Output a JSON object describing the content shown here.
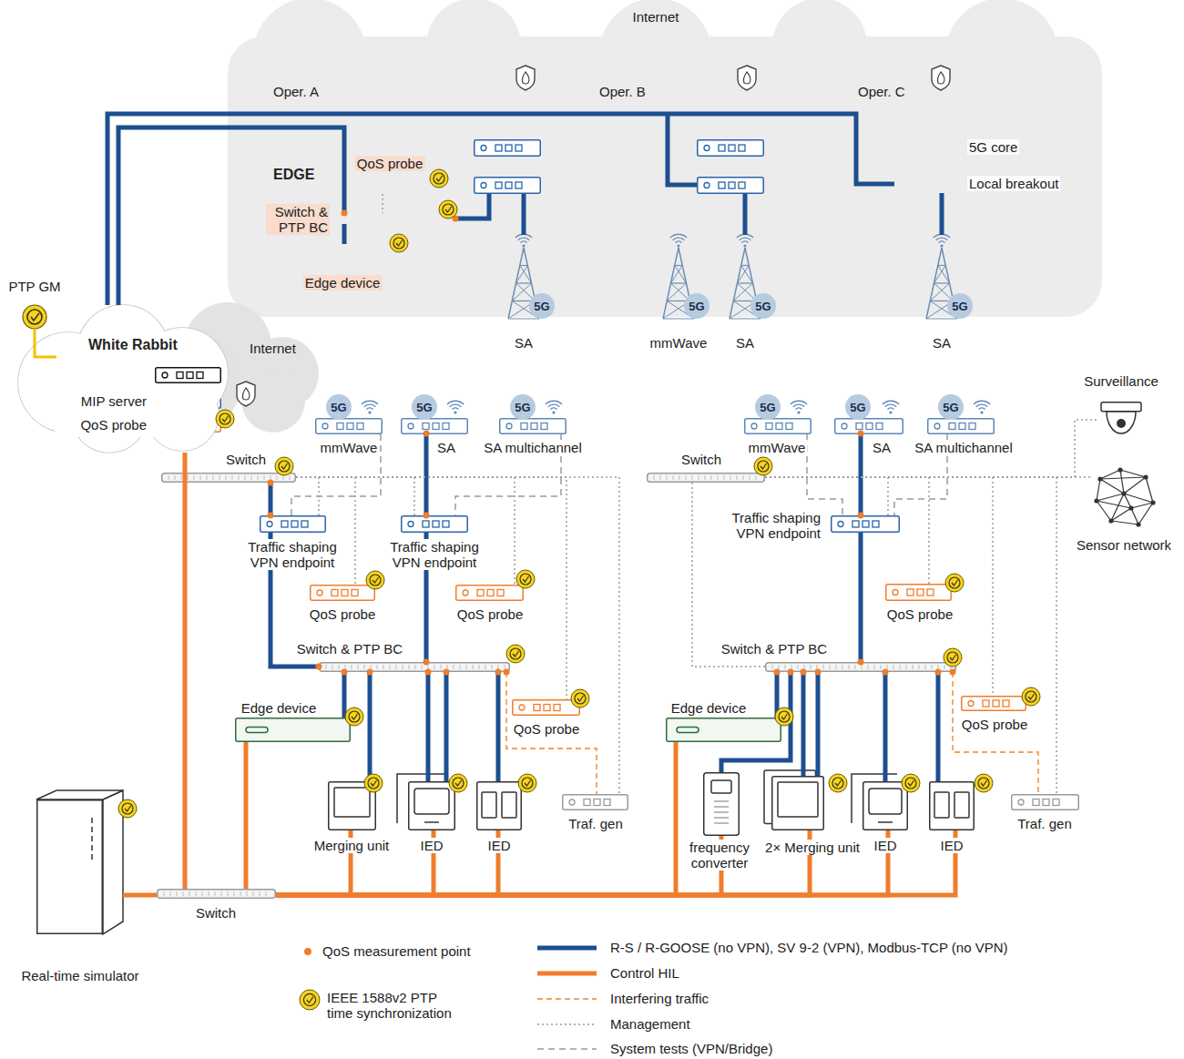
{
  "diagram": {
    "nodes": [
      {
        "text": [
          "Internet"
        ]
      },
      {
        "text": [
          "Oper. A"
        ],
        "in": 0
      },
      {
        "text": [
          "Oper. B"
        ],
        "in": 0
      },
      {
        "text": [
          "Oper. C"
        ],
        "in": 0
      },
      {
        "text": [
          "EDGE"
        ],
        "in": 1
      },
      {
        "text": [
          "QoS probe"
        ],
        "in": 4
      },
      {
        "text": [
          "Switch & PTP BC"
        ],
        "in": 4
      },
      {
        "text": [
          "Edge device"
        ],
        "in": 4
      },
      {
        "text": [
          "5G core"
        ],
        "in": 3
      },
      {
        "text": [
          "Local breakout"
        ],
        "in": 3
      },
      {
        "text": [
          "5G",
          "SA"
        ]
      },
      {
        "text": [
          "5G",
          "mmWave"
        ]
      },
      {
        "text": [
          "5G",
          "SA"
        ]
      },
      {
        "text": [
          "5G",
          "SA"
        ]
      },
      {
        "text": [
          "PTP GM"
        ]
      },
      {
        "text": [
          "Internet"
        ]
      },
      {
        "text": [
          "White Rabbit"
        ]
      },
      {
        "text": [
          "MIP server"
        ],
        "in": 16
      },
      {
        "text": [
          "QoS probe"
        ],
        "in": 16
      },
      {
        "text": [
          "Switch"
        ]
      },
      {
        "text": [
          "5G",
          "mmWave"
        ]
      },
      {
        "text": [
          "5G",
          "SA"
        ]
      },
      {
        "text": [
          "5G",
          "SA multichannel"
        ]
      },
      {
        "text": [
          "Traffic shaping VPN endpoint"
        ]
      },
      {
        "text": [
          "Traffic shaping VPN endpoint"
        ]
      },
      {
        "text": [
          "QoS probe"
        ]
      },
      {
        "text": [
          "QoS probe"
        ]
      },
      {
        "text": [
          "Switch & PTP BC"
        ]
      },
      {
        "text": [
          "QoS probe"
        ]
      },
      {
        "text": [
          "Edge device"
        ]
      },
      {
        "text": [
          "Merging unit"
        ]
      },
      {
        "text": [
          "IED"
        ]
      },
      {
        "text": [
          "IED"
        ]
      },
      {
        "text": [
          "Traf. gen"
        ]
      },
      {
        "text": [
          "Switch"
        ]
      },
      {
        "text": [
          "5G",
          "mmWave"
        ]
      },
      {
        "text": [
          "5G",
          "SA"
        ]
      },
      {
        "text": [
          "5G",
          "SA multichannel"
        ]
      },
      {
        "text": [
          "Traffic shaping VPN endpoint"
        ]
      },
      {
        "text": [
          "QoS probe"
        ]
      },
      {
        "text": [
          "Switch & PTP BC"
        ]
      },
      {
        "text": [
          "QoS probe"
        ]
      },
      {
        "text": [
          "Edge device"
        ]
      },
      {
        "text": [
          "frequency converter"
        ]
      },
      {
        "text": [
          "2× Merging unit"
        ]
      },
      {
        "text": [
          "IED"
        ]
      },
      {
        "text": [
          "IED"
        ]
      },
      {
        "text": [
          "Traf. gen"
        ]
      },
      {
        "text": [
          "Surveillance"
        ]
      },
      {
        "text": [
          "Sensor network"
        ]
      },
      {
        "text": [
          "Real-time simulator"
        ]
      },
      {
        "text": [
          "Switch"
        ]
      }
    ],
    "edges": [
      {
        "from": 16,
        "to": 6,
        "arrow": "none"
      },
      {
        "from": 16,
        "to": 9,
        "arrow": "none"
      },
      {
        "from": 6,
        "to": 7,
        "arrow": "none"
      },
      {
        "from": 5,
        "to": 6,
        "arrow": "none"
      },
      {
        "from": 9,
        "to": 13,
        "arrow": "none"
      },
      {
        "from": 19,
        "to": 23,
        "arrow": "none"
      },
      {
        "from": 23,
        "to": 27,
        "arrow": "none"
      },
      {
        "from": 21,
        "to": 24,
        "arrow": "none"
      },
      {
        "from": 24,
        "to": 27,
        "arrow": "none"
      },
      {
        "from": 27,
        "to": 29,
        "arrow": "none"
      },
      {
        "from": 27,
        "to": 30,
        "arrow": "none"
      },
      {
        "from": 27,
        "to": 31,
        "arrow": "none"
      },
      {
        "from": 27,
        "to": 31,
        "arrow": "none"
      },
      {
        "from": 27,
        "to": 32,
        "arrow": "none"
      },
      {
        "from": 27,
        "to": 33,
        "arrow": "none"
      },
      {
        "from": 19,
        "to": 23,
        "arrow": "none"
      },
      {
        "from": 19,
        "to": 25,
        "arrow": "none"
      },
      {
        "from": 19,
        "to": 24,
        "arrow": "none"
      },
      {
        "from": 19,
        "to": 26,
        "arrow": "none"
      },
      {
        "from": 19,
        "to": 28,
        "arrow": "none"
      },
      {
        "from": 19,
        "to": 33,
        "arrow": "none"
      },
      {
        "from": 20,
        "to": 23,
        "arrow": "none"
      },
      {
        "from": 22,
        "to": 24,
        "arrow": "none"
      },
      {
        "from": 36,
        "to": 38,
        "arrow": "none"
      },
      {
        "from": 38,
        "to": 40,
        "arrow": "none"
      },
      {
        "from": 40,
        "to": 42,
        "arrow": "none"
      },
      {
        "from": 40,
        "to": 43,
        "arrow": "none"
      },
      {
        "from": 40,
        "to": 44,
        "arrow": "none"
      },
      {
        "from": 40,
        "to": 44,
        "arrow": "none"
      },
      {
        "from": 40,
        "to": 45,
        "arrow": "none"
      },
      {
        "from": 40,
        "to": 46,
        "arrow": "none"
      },
      {
        "from": 40,
        "to": 47,
        "arrow": "none"
      },
      {
        "from": 34,
        "to": 38,
        "arrow": "none"
      },
      {
        "from": 34,
        "to": 39,
        "arrow": "none"
      },
      {
        "from": 34,
        "to": 41,
        "arrow": "none"
      },
      {
        "from": 34,
        "to": 47,
        "arrow": "none"
      },
      {
        "from": 34,
        "to": 48,
        "arrow": "none"
      },
      {
        "from": 34,
        "to": 49,
        "arrow": "none"
      },
      {
        "from": 34,
        "to": 40,
        "arrow": "none"
      },
      {
        "from": 35,
        "to": 38,
        "arrow": "none"
      },
      {
        "from": 37,
        "to": 38,
        "arrow": "none"
      },
      {
        "from": 16,
        "to": 51,
        "arrow": "none"
      },
      {
        "from": 50,
        "to": 51,
        "arrow": "none"
      },
      {
        "from": 51,
        "to": 29,
        "arrow": "none"
      },
      {
        "from": 51,
        "to": 30,
        "arrow": "none"
      },
      {
        "from": 51,
        "to": 31,
        "arrow": "none"
      },
      {
        "from": 51,
        "to": 32,
        "arrow": "none"
      },
      {
        "from": 51,
        "to": 42,
        "arrow": "none"
      },
      {
        "from": 51,
        "to": 43,
        "arrow": "none"
      },
      {
        "from": 51,
        "to": 44,
        "arrow": "none"
      },
      {
        "from": 51,
        "to": 45,
        "arrow": "none"
      },
      {
        "from": 51,
        "to": 46,
        "arrow": "none"
      }
    ],
    "legend": [
      {
        "text": "QoS measurement point"
      },
      {
        "text": "IEEE 1588v2 PTP time synchronization"
      },
      {
        "text": "R-S / R-GOOSE (no VPN), SV 9-2 (VPN), Modbus-TCP (no VPN)"
      },
      {
        "text": "Control HIL"
      },
      {
        "text": "Interfering traffic"
      },
      {
        "text": "Management"
      },
      {
        "text": "System tests (VPN/Bridge)"
      }
    ]
  }
}
